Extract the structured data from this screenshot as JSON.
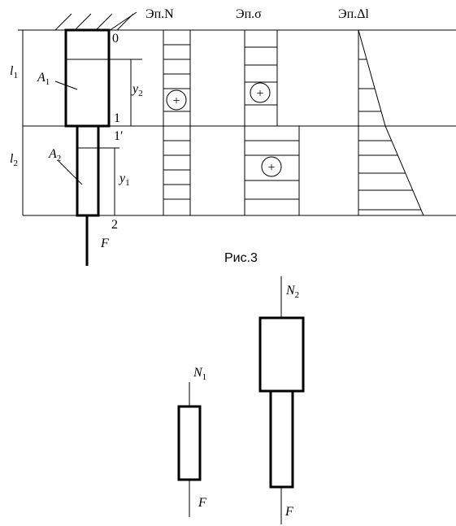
{
  "headers": {
    "epN": "Эп.N",
    "epSigma": "Эп.σ",
    "epDl": "Эп.Δl"
  },
  "labels": {
    "l1": "l",
    "l1_sub": "1",
    "l2": "l",
    "l2_sub": "2",
    "A1": "A",
    "A1_sub": "1",
    "A2": "A",
    "A2_sub": "2",
    "y2": "y",
    "y2_sub": "2",
    "y1": "y",
    "y1_sub": "1",
    "sec0": "0",
    "sec1": "1",
    "sec1p": "1′",
    "sec2": "2",
    "F_main": "F",
    "plus": "+"
  },
  "caption": "Рис.3",
  "free_bodies": {
    "left": {
      "top": "N",
      "top_sub": "1",
      "bottom": "F"
    },
    "right": {
      "top": "N",
      "top_sub": "2",
      "bottom": "F"
    }
  }
}
